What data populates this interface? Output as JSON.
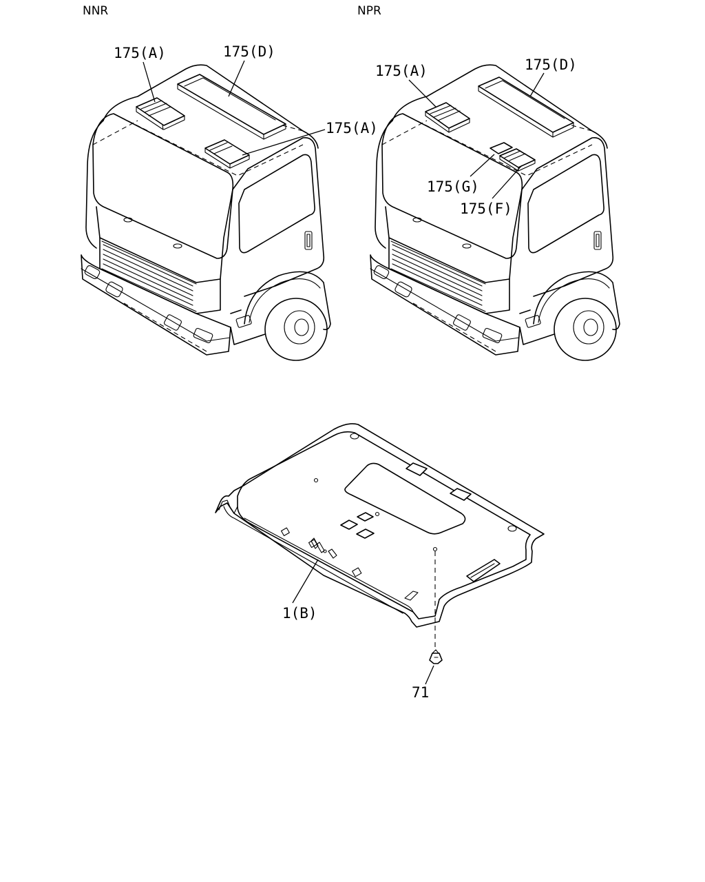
{
  "headers": {
    "left": "NNR",
    "right": "NPR"
  },
  "callouts": {
    "nnr": {
      "a_top": "175(A)",
      "d": "175(D)",
      "a_side": "175(A)"
    },
    "npr": {
      "a": "175(A)",
      "d": "175(D)",
      "g": "175(G)",
      "f": "175(F)"
    },
    "headlining": "1(B)",
    "clip": "71"
  }
}
